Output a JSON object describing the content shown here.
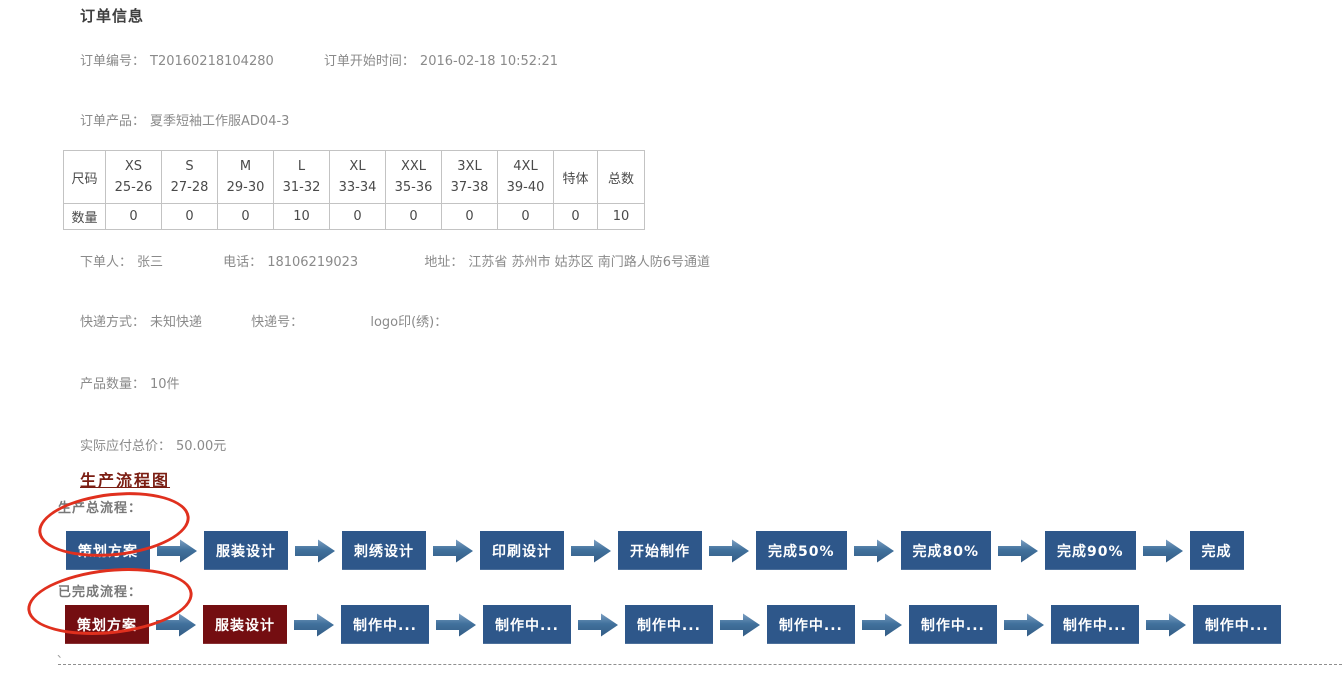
{
  "header": {
    "title": "订单信息"
  },
  "order": {
    "order_no_label": "订单编号：",
    "order_no": "T20160218104280",
    "start_time_label": "订单开始时间：",
    "start_time": "2016-02-18 10:52:21",
    "product_label": "订单产品：",
    "product": "夏季短袖工作服AD04-3",
    "buyer_label": "下单人：",
    "buyer": "张三",
    "phone_label": "电话：",
    "phone": "18106219023",
    "address_label": "地址：",
    "address": "江苏省 苏州市 姑苏区 南门路人防6号通道",
    "express_label": "快递方式：",
    "express": "未知快递",
    "express_no_label": "快递号：",
    "express_no": "",
    "logo_label": "logo印(绣)：",
    "logo_value": "",
    "quantity_label": "产品数量：",
    "quantity": "10件",
    "total_label": "实际应付总价：",
    "total": "50.00元"
  },
  "size_table": {
    "corner_header": "尺码",
    "qty_row_header": "数量",
    "columns": [
      {
        "label": "XS",
        "range": "25-26"
      },
      {
        "label": "S",
        "range": "27-28"
      },
      {
        "label": "M",
        "range": "29-30"
      },
      {
        "label": "L",
        "range": "31-32"
      },
      {
        "label": "XL",
        "range": "33-34"
      },
      {
        "label": "XXL",
        "range": "35-36"
      },
      {
        "label": "3XL",
        "range": "37-38"
      },
      {
        "label": "4XL",
        "range": "39-40"
      },
      {
        "label": "特体",
        "range": ""
      },
      {
        "label": "总数",
        "range": ""
      }
    ],
    "quantities": [
      "0",
      "0",
      "0",
      "10",
      "0",
      "0",
      "0",
      "0",
      "0",
      "10"
    ]
  },
  "flow": {
    "title": "生产流程图",
    "total_row_label": "生产总流程：",
    "done_row_label": "已完成流程：",
    "total_steps": [
      {
        "label": "策划方案",
        "completed": false
      },
      {
        "label": "服装设计",
        "completed": false
      },
      {
        "label": "刺绣设计",
        "completed": false
      },
      {
        "label": "印刷设计",
        "completed": false
      },
      {
        "label": "开始制作",
        "completed": false
      },
      {
        "label": "完成50%",
        "completed": false
      },
      {
        "label": "完成80%",
        "completed": false
      },
      {
        "label": "完成90%",
        "completed": false
      },
      {
        "label": "完成",
        "completed": false
      }
    ],
    "done_steps": [
      {
        "label": "策划方案",
        "completed": true
      },
      {
        "label": "服装设计",
        "completed": true
      },
      {
        "label": "制作中...",
        "completed": false
      },
      {
        "label": "制作中...",
        "completed": false
      },
      {
        "label": "制作中...",
        "completed": false
      },
      {
        "label": "制作中...",
        "completed": false
      },
      {
        "label": "制作中...",
        "completed": false
      },
      {
        "label": "制作中...",
        "completed": false
      },
      {
        "label": "制作中...",
        "completed": false
      }
    ],
    "stray_mark": "、"
  },
  "colors": {
    "step_blue": "#2e578a",
    "step_done_maroon": "#740e11",
    "arrow_blue": "#41719c",
    "annotation_red": "#e0301e",
    "flow_title_color": "#7b1d12",
    "label_gray": "#8a8a8a"
  }
}
